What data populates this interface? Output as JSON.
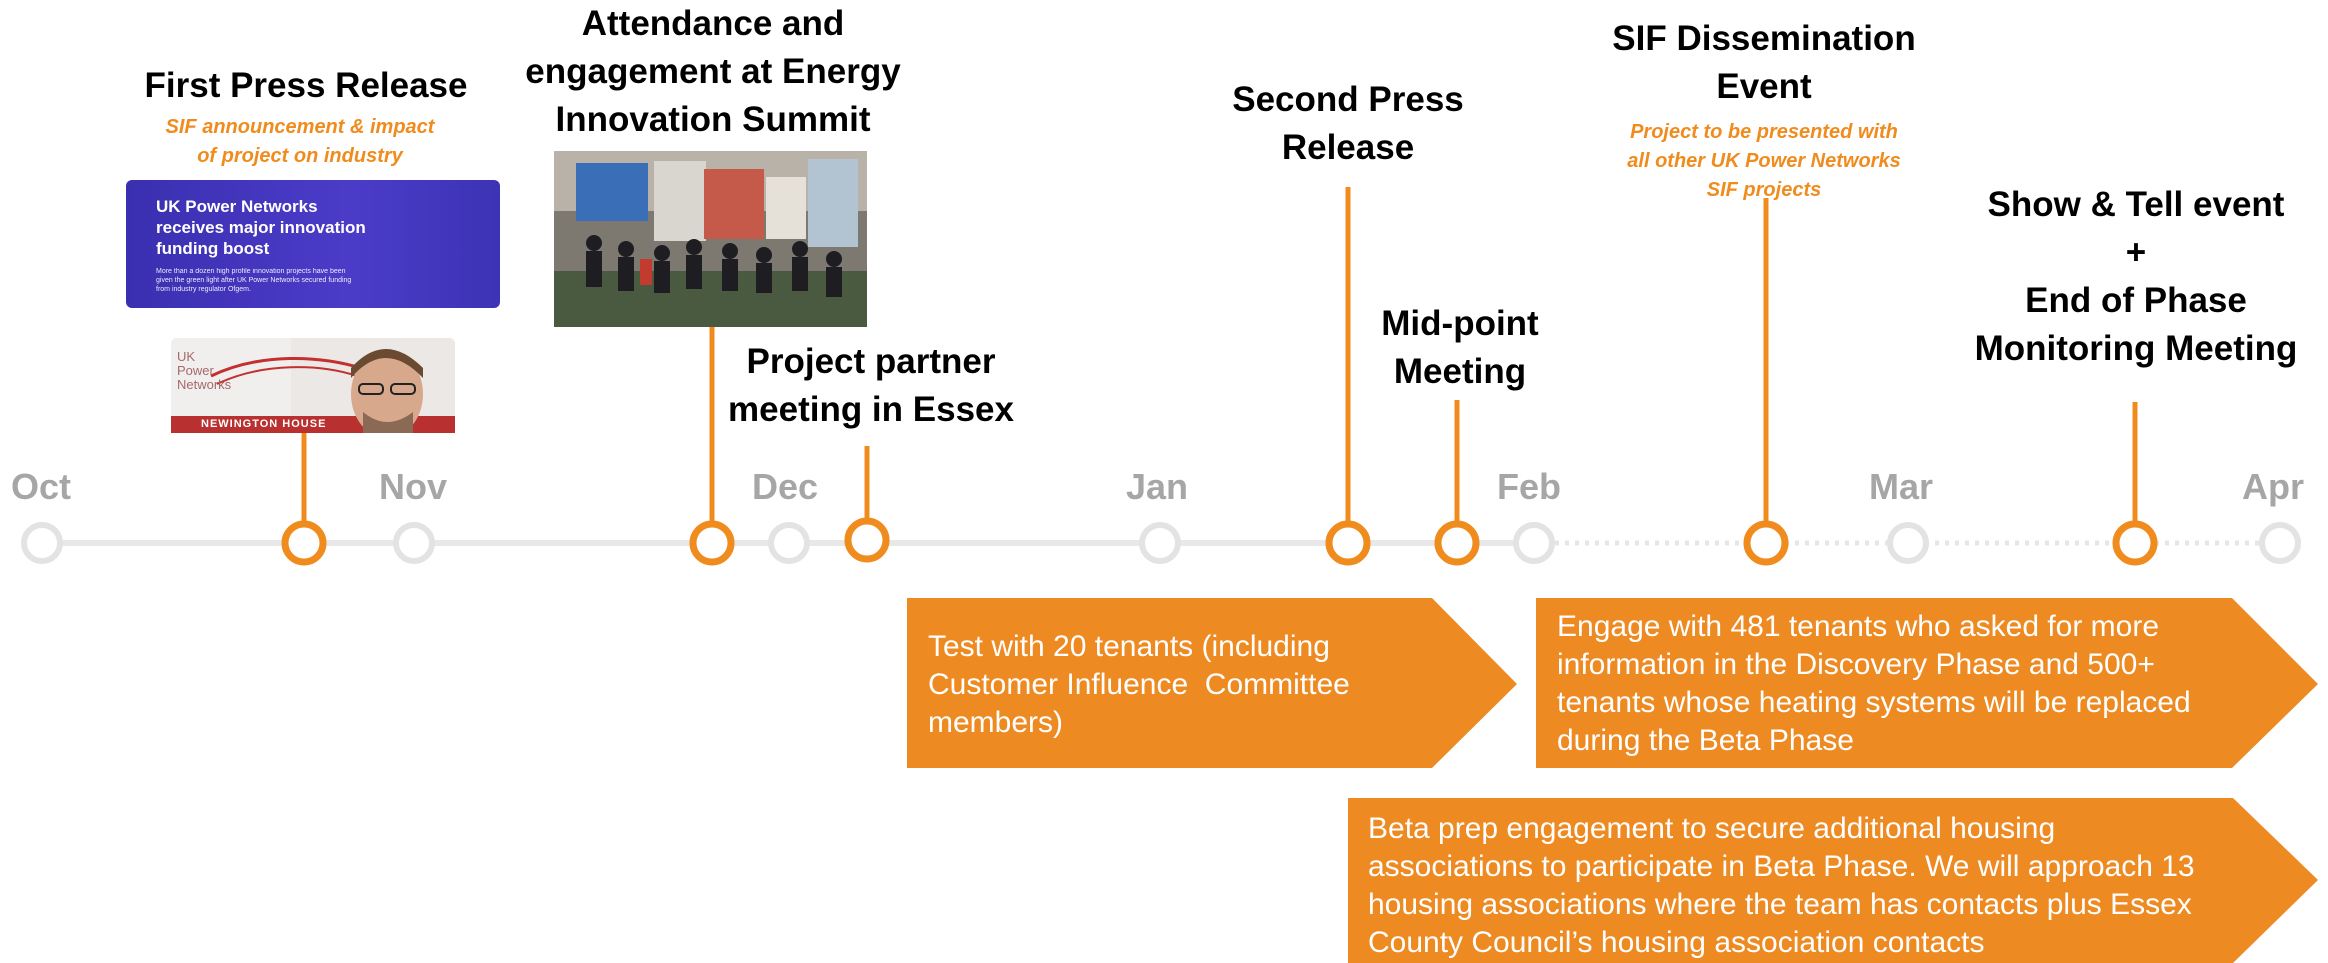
{
  "months": [
    "Oct",
    "Nov",
    "Dec",
    "Jan",
    "Feb",
    "Mar",
    "Apr"
  ],
  "events": {
    "first_press_release": {
      "title": "First Press Release",
      "subtitle_lines": [
        "SIF announcement & impact",
        "of project on industry"
      ],
      "press_card": {
        "headline_lines": [
          "UK Power Networks",
          "receives major innovation",
          "funding boost"
        ],
        "body": "More than a dozen high profile innovation projects have been given the green light after UK Power Networks secured funding from industry regulator Ofgem.",
        "logo_lines": [
          "UK",
          "Power",
          "Networks"
        ],
        "sign": "NEWINGTON HOUSE"
      }
    },
    "energy_summit": {
      "title_lines": [
        "Attendance and",
        "engagement at Energy",
        "Innovation Summit"
      ]
    },
    "partner_meeting": {
      "title_lines": [
        "Project partner",
        "meeting in Essex"
      ]
    },
    "second_press_release": {
      "title_lines": [
        "Second Press",
        "Release"
      ]
    },
    "midpoint_meeting": {
      "title_lines": [
        "Mid-point",
        "Meeting"
      ]
    },
    "dissemination_event": {
      "title_lines": [
        "SIF Dissemination",
        "Event"
      ],
      "subtitle_lines": [
        "Project to be presented with",
        "all other UK Power Networks",
        "SIF projects"
      ]
    },
    "show_and_tell": {
      "title_lines": [
        "Show & Tell event",
        "+",
        "End of Phase",
        "Monitoring Meeting"
      ]
    }
  },
  "activities": [
    {
      "lines": [
        "Test with 20 tenants (including",
        "Customer Influence  Committee",
        "members)"
      ]
    },
    {
      "lines": [
        "Engage with 481 tenants who asked for more",
        "information in the Discovery Phase and 500+",
        "tenants whose heating systems will be replaced",
        "during the Beta Phase"
      ]
    },
    {
      "lines": [
        "Beta prep engagement to secure additional housing",
        "associations to participate in Beta Phase. We will approach 13",
        "housing associations where the team has contacts plus Essex",
        "County Council’s housing association contacts"
      ]
    }
  ],
  "colors": {
    "accent": "#f08c1e",
    "timeline": "#e8e8e8",
    "month_text": "#a6a6a6",
    "title_text": "#000000",
    "press_card": "#4336c0"
  }
}
